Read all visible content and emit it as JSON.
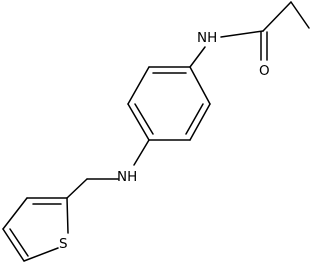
{
  "molecule": {
    "atoms": {
      "amide_nh": "NH",
      "carbonyl_o": "O",
      "amine_nh": "NH",
      "thiophene_s": "S"
    }
  }
}
